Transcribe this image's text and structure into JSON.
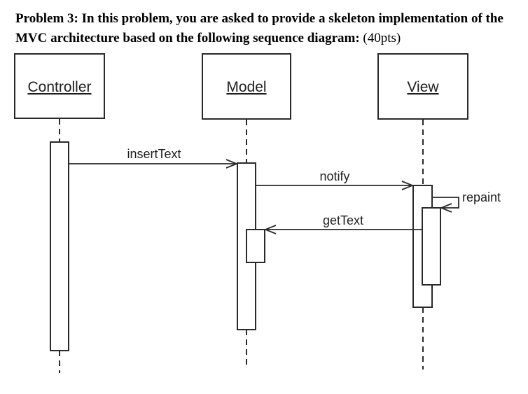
{
  "heading": {
    "bold_text": "Problem 3: In this problem, you are asked to provide a skeleton implementation of the MVC architecture based on the following sequence diagram:",
    "suffix_text": " (40pts)"
  },
  "diagram": {
    "type": "uml-sequence-diagram",
    "lifelines": [
      {
        "name": "Controller"
      },
      {
        "name": "Model"
      },
      {
        "name": "View"
      }
    ],
    "messages": [
      {
        "label": "insertText",
        "from": "Controller",
        "to": "Model",
        "kind": "call"
      },
      {
        "label": "notify",
        "from": "Model",
        "to": "View",
        "kind": "call"
      },
      {
        "label": "repaint",
        "from": "View",
        "to": "View",
        "kind": "self-call"
      },
      {
        "label": "getText",
        "from": "View",
        "to": "Model",
        "kind": "call"
      }
    ],
    "colors": {
      "ink": "#2a2a2a",
      "background": "#ffffff"
    }
  }
}
